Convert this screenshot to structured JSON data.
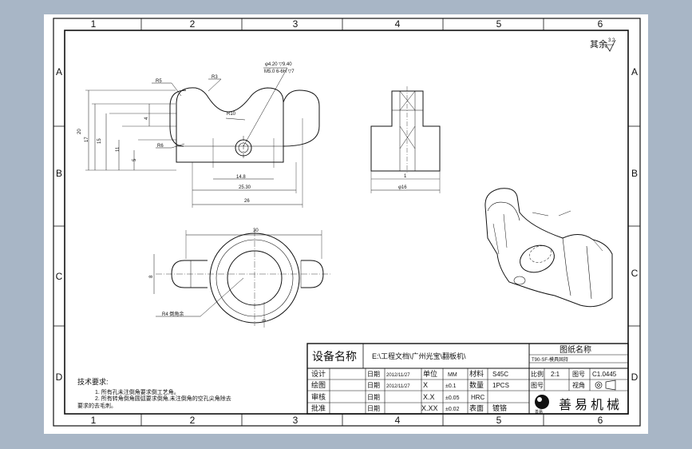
{
  "border": {
    "cols_top": [
      "1",
      "2",
      "3",
      "4",
      "5",
      "6"
    ],
    "cols_bottom": [
      "1",
      "2",
      "3",
      "4",
      "5",
      "6"
    ],
    "rows_left": [
      "A",
      "B",
      "C",
      "D"
    ],
    "rows_right": [
      "A",
      "B",
      "C",
      "D"
    ]
  },
  "surface_finish": {
    "label": "其余",
    "value": "3.2"
  },
  "front_view": {
    "radius_labels": [
      "R5",
      "R3",
      "R10",
      "R6"
    ],
    "hole_note_line1": "φ4.20 ▽9.40",
    "hole_note_line2": "M5.0 6-6H ▽7",
    "vert_dims": [
      "20",
      "17",
      "15",
      "11",
      "4",
      "5"
    ],
    "horiz_dims": [
      "14.8",
      "25.30",
      "26"
    ]
  },
  "side_view": {
    "top_dim": "1",
    "bottom_dim": "φ16"
  },
  "top_view": {
    "width_dim": "30",
    "left_dim": "8",
    "note": "R4 倒角余",
    "right_dim": "3"
  },
  "tech_req": {
    "title": "技术要求:",
    "line1": "1. 所有孔未注倒角要求倒工艺角。",
    "line2": "2. 所有转角倒角圆弧要求倒角,未注倒角的空孔尖角除去",
    "line3": "要求的去毛刺。"
  },
  "title_block": {
    "equip_label": "设备名称",
    "file_path": "E:\\工程文档\\广州光宝\\翻板机\\",
    "drawing_name_label": "图纸名称",
    "drawing_name": "T90-SF-模具固持",
    "rows": [
      {
        "label": "设计",
        "date_label": "日期",
        "date": "2012/11/27",
        "unit_label": "单位",
        "unit": "MM",
        "mat_label": "材料",
        "mat": "S45C"
      },
      {
        "label": "绘图",
        "date_label": "日期",
        "date": "2012/11/27",
        "unit_label": "X",
        "unit": "±0.1",
        "mat_label": "数量",
        "mat": "1PCS"
      },
      {
        "label": "审核",
        "date_label": "日期",
        "date": "",
        "unit_label": "X.X",
        "unit": "±0.05",
        "mat_label": "HRC",
        "mat": ""
      },
      {
        "label": "批准",
        "date_label": "日期",
        "date": "",
        "unit_label": "X.XX",
        "unit": "±0.02",
        "mat_label": "表面",
        "mat": "镀铬"
      }
    ],
    "scale_label": "比例",
    "scale": "2:1",
    "drawing_no_label": "图号",
    "drawing_no": "C1.0445",
    "sheet_label": "图号",
    "view_label": "视角",
    "company": "善易机械",
    "logo_text": "善易"
  }
}
